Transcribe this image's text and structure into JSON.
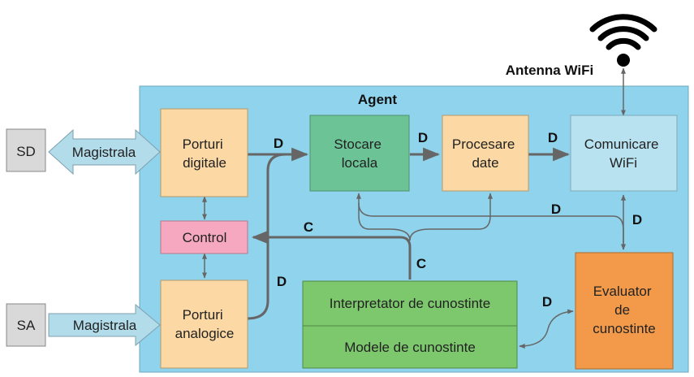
{
  "agent": {
    "title": "Agent"
  },
  "antenna": {
    "label": "Antenna WiFi"
  },
  "external": {
    "sd": "SD",
    "sa": "SA",
    "magistrala_top": "Magistrala",
    "magistrala_bottom": "Magistrala"
  },
  "blocks": {
    "porturi_digitale": [
      "Porturi",
      "digitale"
    ],
    "porturi_analogice": [
      "Porturi",
      "analogice"
    ],
    "control": "Control",
    "stocare_locala": [
      "Stocare",
      "locala"
    ],
    "procesare_date": [
      "Procesare",
      "date"
    ],
    "comunicare_wifi": [
      "Comunicare",
      "WiFi"
    ],
    "interpretator": "Interpretator de cunostinte",
    "modele": "Modele de cunostinte",
    "evaluator": [
      "Evaluator",
      "de",
      "cunostinte"
    ]
  },
  "flow_labels": {
    "d_ports_to_storage": "D",
    "d_storage_to_processing": "D",
    "d_processing_to_wifi": "D",
    "d_ports_vertical": "D",
    "d_to_evaluator": "D",
    "d_wifi_to_evaluator": "D",
    "d_models_to_evaluator": "D",
    "c_to_control": "C",
    "c_from_interpreter": "C"
  },
  "colors": {
    "agent_bg": "#8fd3ec",
    "port_fill": "#fcd9a4",
    "control_fill": "#f5a8c0",
    "storage_fill": "#6cc496",
    "processing_fill": "#fcd9a4",
    "wifi_fill": "#b9e2f0",
    "knowledge_fill": "#7dc76d",
    "evaluator_fill": "#f39a4a",
    "external_fill": "#d9d9d9",
    "bus_fill": "#b2dcea",
    "line": "#666666"
  }
}
